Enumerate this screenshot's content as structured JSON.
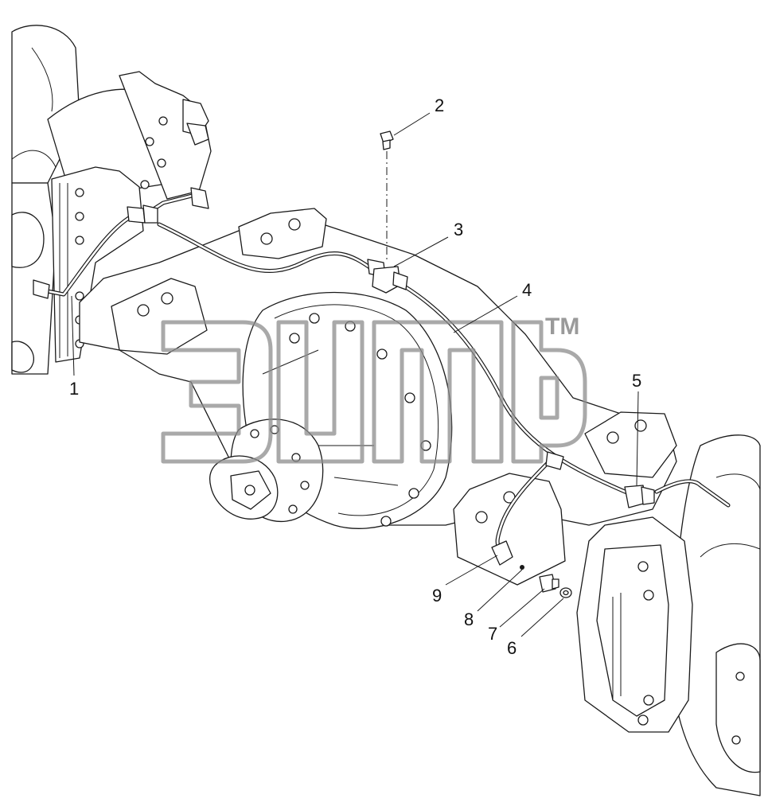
{
  "callouts": [
    {
      "label": "1"
    },
    {
      "label": "2"
    },
    {
      "label": "3"
    },
    {
      "label": "4"
    },
    {
      "label": "5"
    },
    {
      "label": "6"
    },
    {
      "label": "7"
    },
    {
      "label": "8"
    },
    {
      "label": "9"
    }
  ],
  "watermark": {
    "trademark": "TM",
    "color": "#8c8c8c"
  }
}
